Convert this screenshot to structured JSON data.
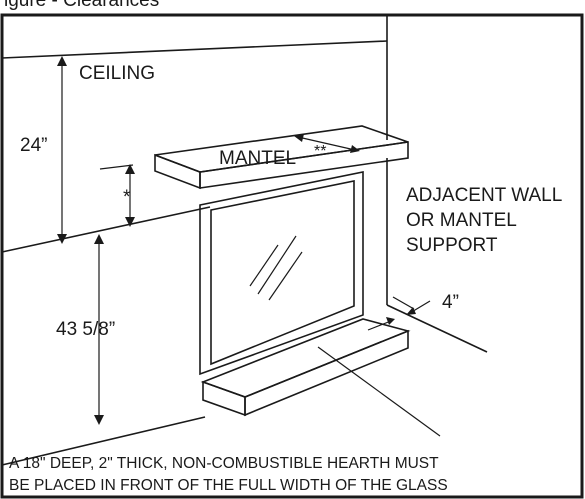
{
  "figure": {
    "header_fragment": "igure   -   Clearances"
  },
  "labels": {
    "ceiling": "CEILING",
    "ceiling_height": "24”",
    "mantel": "MANTEL",
    "mantel_marker": "**",
    "mantel_height_marker": "*",
    "adjacent_wall": [
      "ADJACENT WALL",
      "OR MANTEL",
      "SUPPORT"
    ],
    "floor_height": "43 5/8”",
    "side_clearance": "4”"
  },
  "note": {
    "lines": [
      "A 18\" DEEP, 2\" THICK, NON-COMBUSTIBLE HEARTH MUST",
      "BE PLACED IN FRONT OF THE FULL WIDTH OF THE GLASS"
    ]
  },
  "colors": {
    "line": "#1a1a1a",
    "background": "#ffffff"
  }
}
